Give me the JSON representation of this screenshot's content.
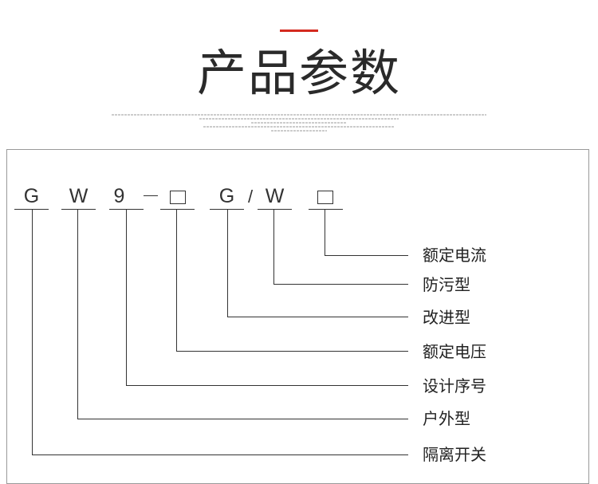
{
  "header": {
    "title": "产品参数",
    "accent_color": "#d42a1f"
  },
  "model_code": {
    "chars": [
      "G",
      "W",
      "9",
      "G",
      "W"
    ],
    "separator_dash": "—",
    "separator_slash": "/"
  },
  "legend": [
    "额定电流",
    "防污型",
    "改进型",
    "额定电压",
    "设计序号",
    "户外型",
    "隔离开关"
  ]
}
